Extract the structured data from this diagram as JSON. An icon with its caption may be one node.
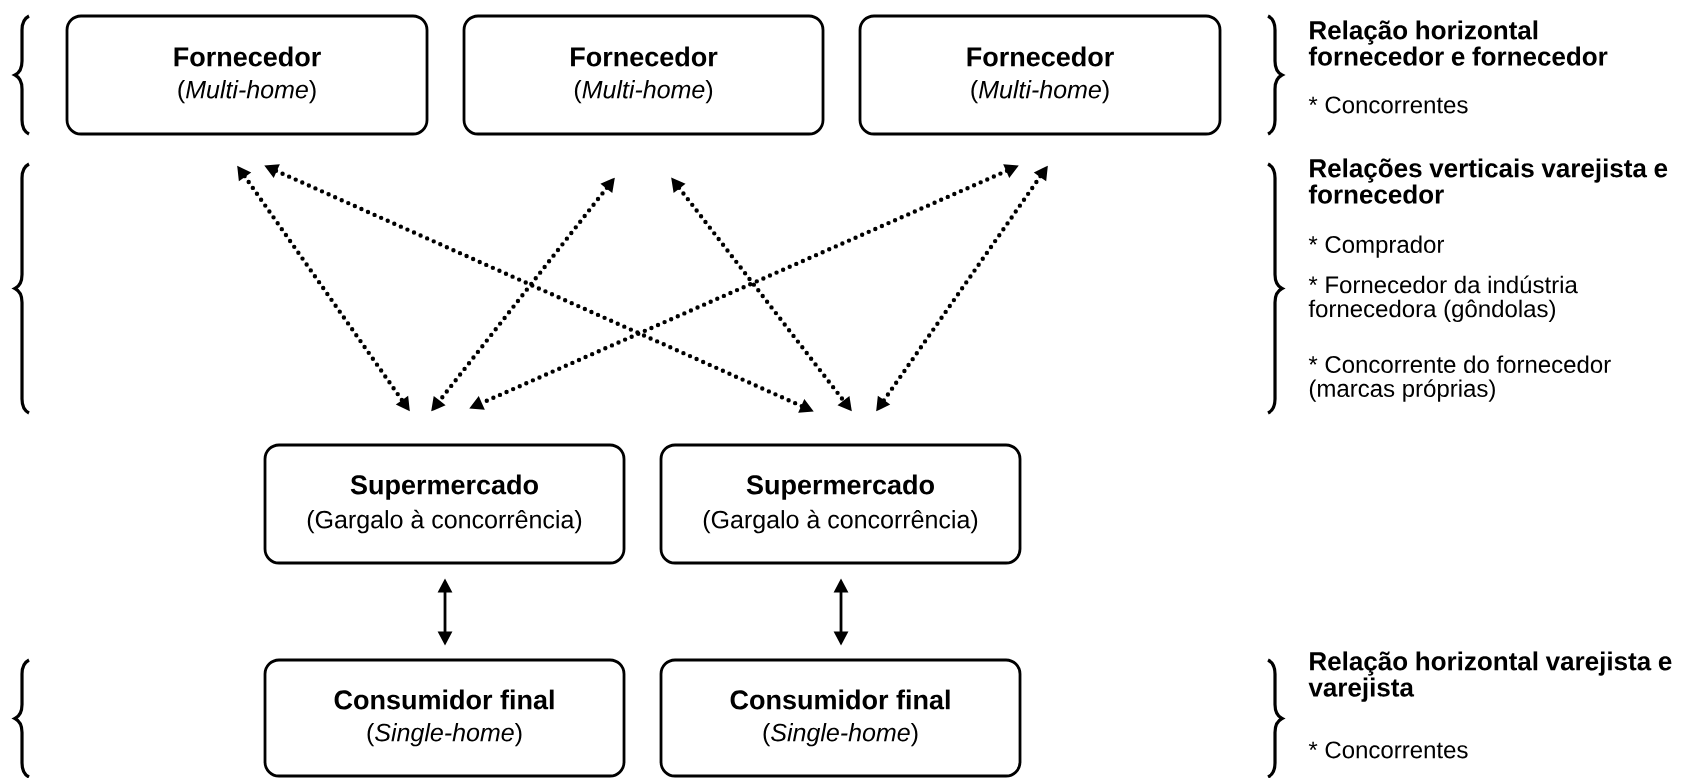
{
  "diagram": {
    "nodes": [
      {
        "text": [
          "Fornecedor",
          "(*Multi-home*)"
        ]
      },
      {
        "text": [
          "Fornecedor",
          "(*Multi-home*)"
        ]
      },
      {
        "text": [
          "Fornecedor",
          "(*Multi-home*)"
        ]
      },
      {
        "text": [
          "Supermercado",
          "(Gargalo à concorrência)"
        ]
      },
      {
        "text": [
          "Supermercado",
          "(Gargalo à concorrência)"
        ]
      },
      {
        "text": [
          "Consumidor final",
          "(*Single-home*)"
        ]
      },
      {
        "text": [
          "Consumidor final",
          "(*Single-home*)"
        ]
      }
    ],
    "edges": [
      {
        "from": 0,
        "to": 3,
        "arrow": "both",
        "style": "dashed"
      },
      {
        "from": 0,
        "to": 4,
        "arrow": "both",
        "style": "dashed"
      },
      {
        "from": 1,
        "to": 3,
        "arrow": "both",
        "style": "dashed"
      },
      {
        "from": 1,
        "to": 4,
        "arrow": "both",
        "style": "dashed"
      },
      {
        "from": 2,
        "to": 3,
        "arrow": "both",
        "style": "dashed"
      },
      {
        "from": 2,
        "to": 4,
        "arrow": "both",
        "style": "dashed"
      },
      {
        "from": 3,
        "to": 5,
        "arrow": "both"
      },
      {
        "from": 4,
        "to": 6,
        "arrow": "both"
      }
    ],
    "labels": [
      "Relação horizontal fornecedor e fornecedor",
      "* Concorrentes",
      "Relações verticais varejista e fornecedor",
      "* Comprador",
      "* Fornecedor da indústria fornecedora (gôndolas)",
      "* Concorrente do fornecedor (marcas próprias)",
      "Relação horizontal varejista e varejista",
      "* Concorrentes"
    ]
  }
}
